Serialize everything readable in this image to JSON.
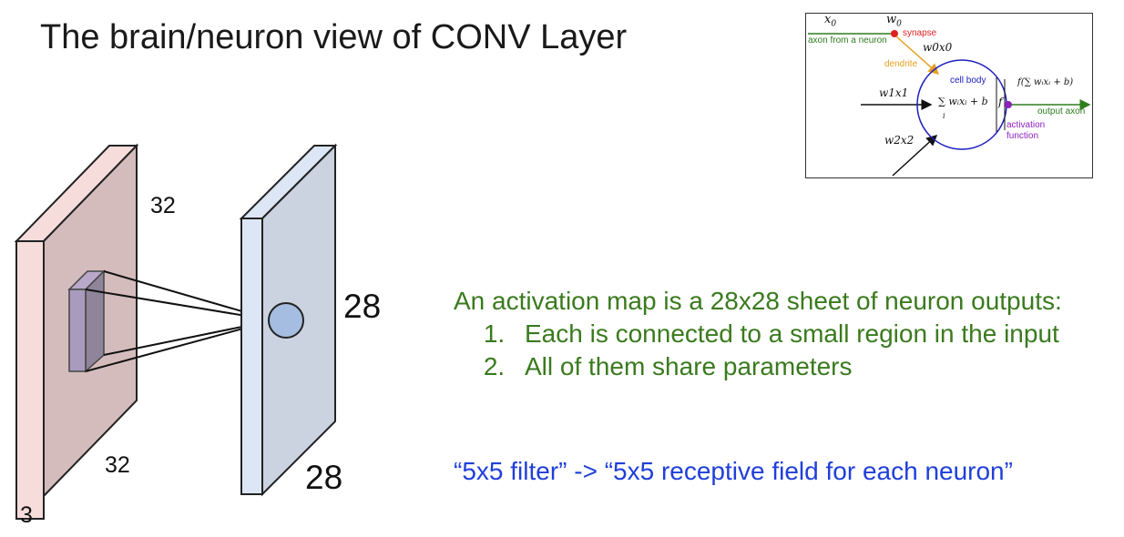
{
  "title": "The brain/neuron view of CONV Layer",
  "input_volume": {
    "height_label": "32",
    "width_label": "32",
    "depth_label": "3"
  },
  "activation_map": {
    "height_label": "28",
    "width_label": "28"
  },
  "neuron_diagram": {
    "x0": "x",
    "x0_sub": "0",
    "w0": "w",
    "w0_sub": "0",
    "synapse_label": "synapse",
    "axon_from_neuron_label": "axon from a neuron",
    "w0x0": "w0x0",
    "dendrite_label": "dendrite",
    "cell_body_label": "cell body",
    "w1x1": "w1x1",
    "w2x2": "w2x2",
    "sum_expr": "∑ wᵢxᵢ + b",
    "sum_index": "i",
    "f_label": "f",
    "output_expr": "f(∑ wᵢxᵢ + b)",
    "output_axon_label": "output axon",
    "activation_label_1": "activation",
    "activation_label_2": "function",
    "colors": {
      "synapse": "#e02020",
      "axon": "#2e7d1e",
      "dendrite": "#e6a020",
      "cell": "#2020c0",
      "activation": "#9020c0"
    }
  },
  "caption": {
    "intro": "An activation map is a 28x28 sheet of neuron outputs:",
    "items": [
      "Each is connected to a small region in the input",
      "All of them share parameters"
    ]
  },
  "quote": "“5x5 filter” -> “5x5 receptive field for each neuron”"
}
